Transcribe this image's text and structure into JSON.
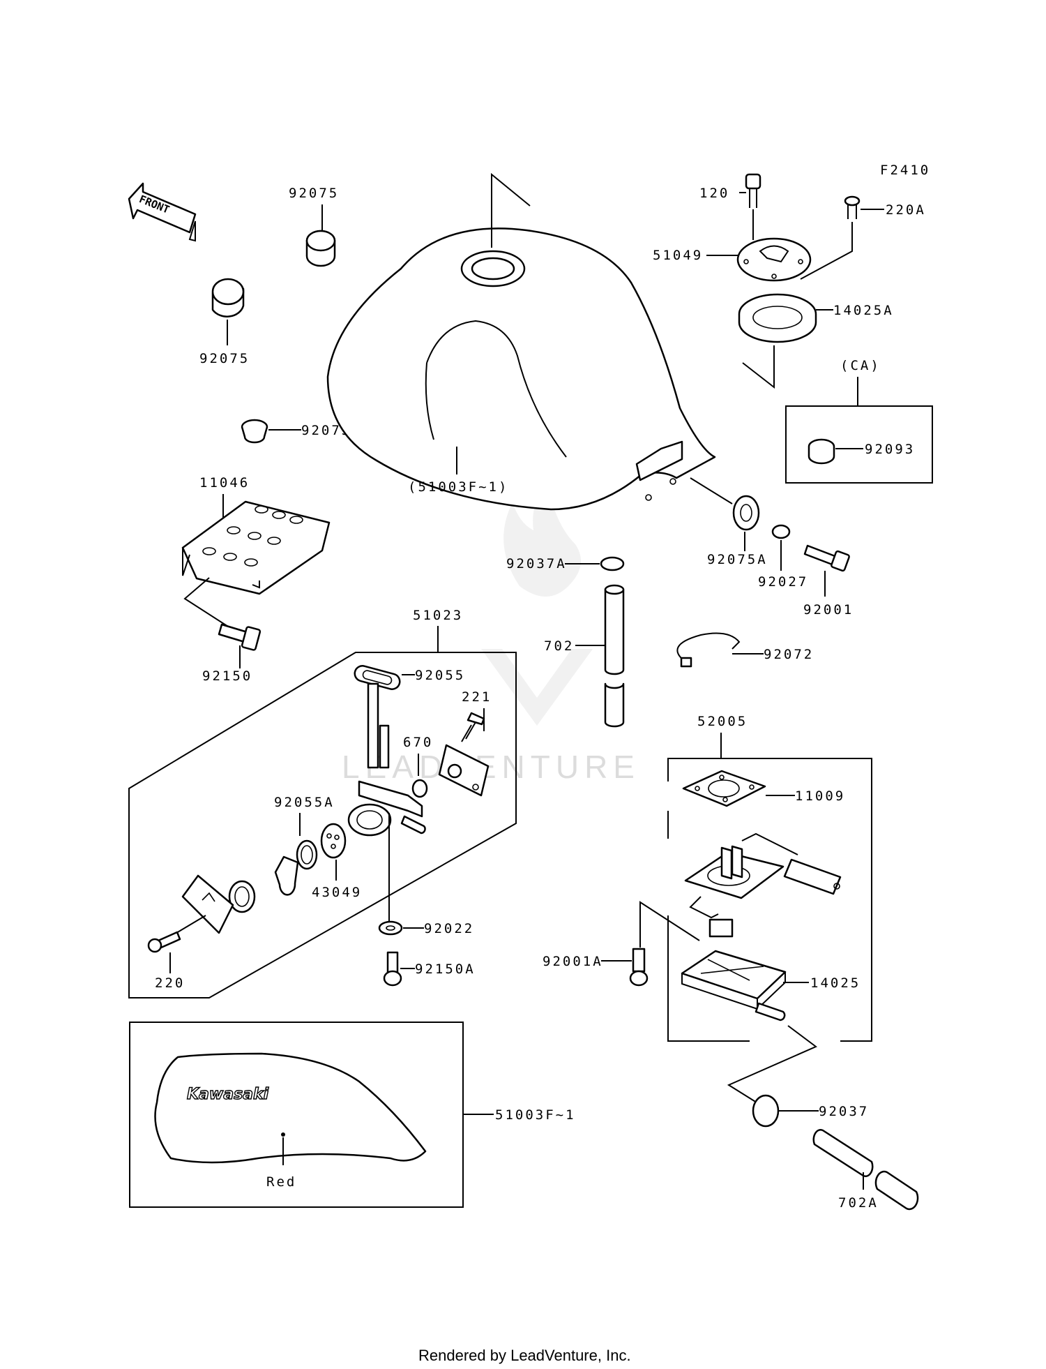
{
  "figure_code": "F2410",
  "front_label": "FRONT",
  "watermark": "LEADVENTURE",
  "credit": "Rendered by LeadVenture, Inc.",
  "brand": "Kawasaki",
  "callouts": {
    "p92075_top": "92075",
    "p92075_left": "92075",
    "p92075b": "92075B",
    "p11046": "11046",
    "p92150": "92150",
    "p51003f_tank": "(51003F~1)",
    "p120": "120",
    "p220a": "220A",
    "p51049": "51049",
    "p14025a": "14025A",
    "ca": "(CA)",
    "p92093": "92093",
    "p92075a": "92075A",
    "p92027": "92027",
    "p92001": "92001",
    "p92037a": "92037A",
    "p702": "702",
    "p92072": "92072",
    "p51023": "51023",
    "p92055": "92055",
    "p221": "221",
    "p670": "670",
    "p92055a": "92055A",
    "p43049": "43049",
    "p92022": "92022",
    "p92150a": "92150A",
    "p220": "220",
    "p52005": "52005",
    "p11009": "11009",
    "p92001a": "92001A",
    "p14025": "14025",
    "p92037": "92037",
    "p702a": "702A",
    "p51003f_decal": "51003F~1",
    "red": "Red"
  }
}
